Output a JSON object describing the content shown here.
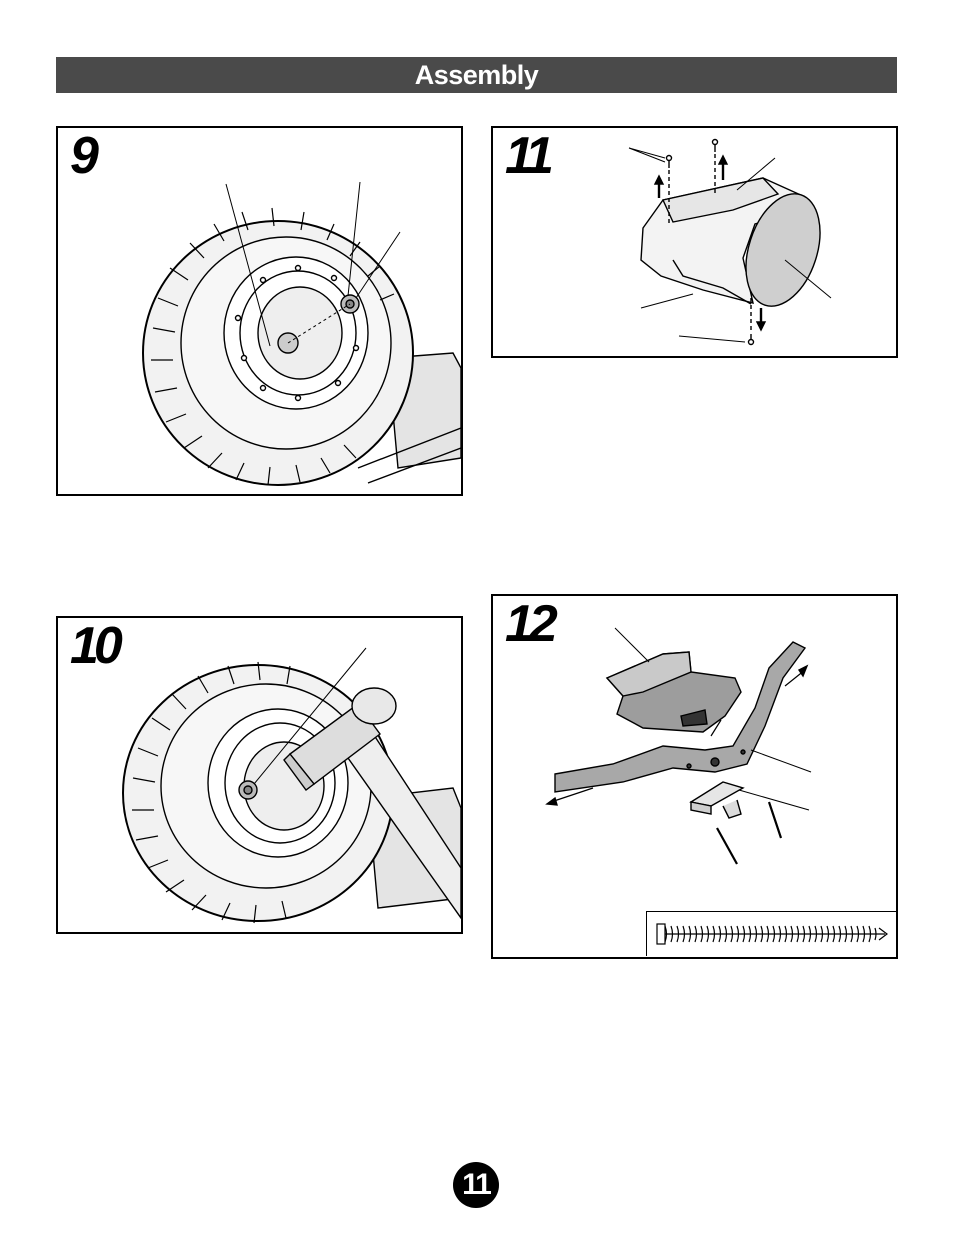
{
  "header": {
    "title": "Assembly"
  },
  "steps": [
    {
      "number": "9"
    },
    {
      "number": "10"
    },
    {
      "number": "11"
    },
    {
      "number": "12"
    }
  ],
  "footer": {
    "page_number": "11"
  }
}
